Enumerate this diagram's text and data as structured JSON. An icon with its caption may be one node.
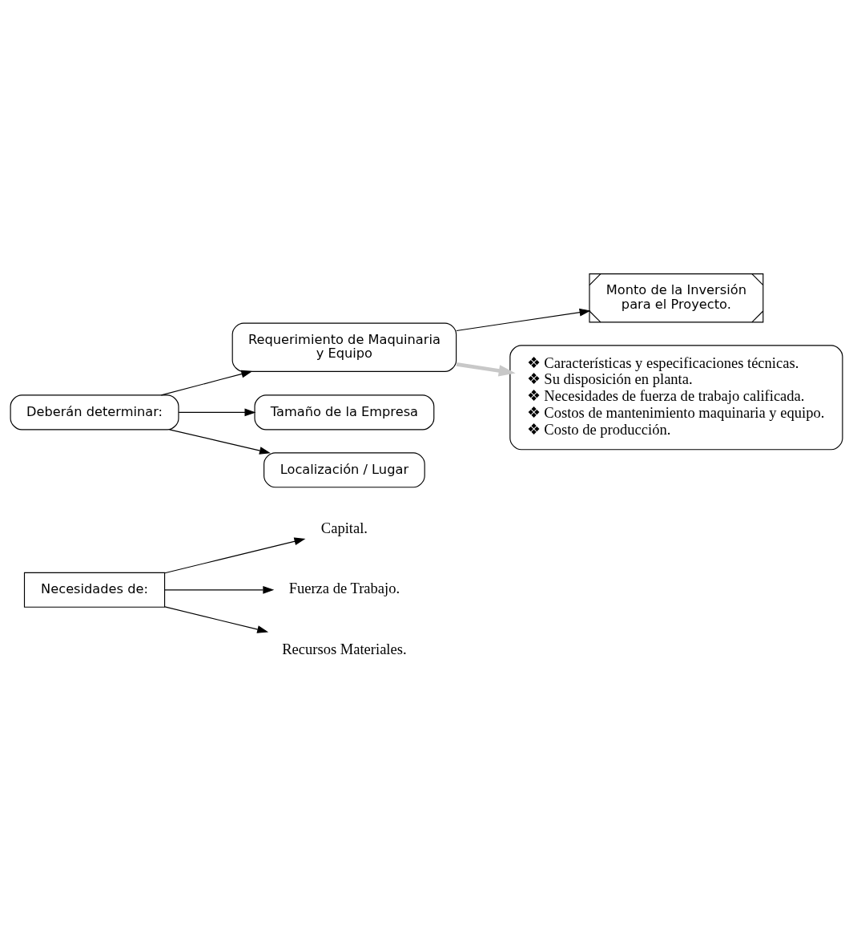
{
  "diagram": {
    "nodes": [
      {
        "text": [
          "Necesidades de:"
        ]
      },
      {
        "text": [
          "Capital."
        ]
      },
      {
        "text": [
          "Fuerza de Trabajo."
        ]
      },
      {
        "text": [
          "Recursos Materiales."
        ]
      },
      {
        "text": [
          "Deberán determinar:"
        ]
      },
      {
        "text": [
          "Requerimiento de Maquinaria y Equipo"
        ]
      },
      {
        "text": [
          "Monto de la Inversión para el Proyecto."
        ]
      },
      {
        "text": [
          "❖ Características y especificaciones técnicas.",
          "❖ Su disposición en planta.",
          "❖ Necesidades de fuerza de trabajo calificada.",
          "❖ Costos de mantenimiento maquinaria y equipo.",
          "❖ Costo de producción."
        ]
      },
      {
        "text": [
          "Tamaño de la Empresa"
        ]
      },
      {
        "text": [
          "Localización / Lugar"
        ]
      }
    ],
    "edges": [
      {
        "from": 0,
        "to": 1,
        "arrow": "to"
      },
      {
        "from": 0,
        "to": 2,
        "arrow": "to"
      },
      {
        "from": 0,
        "to": 3,
        "arrow": "to"
      },
      {
        "from": 4,
        "to": 5,
        "arrow": "to"
      },
      {
        "from": 5,
        "to": 6,
        "arrow": "to"
      },
      {
        "from": 5,
        "to": 7,
        "arrow": "to",
        "style": "thick",
        "color": "#c8c8c8"
      },
      {
        "from": 4,
        "to": 8,
        "arrow": "to"
      },
      {
        "from": 4,
        "to": 9,
        "arrow": "to"
      }
    ]
  }
}
